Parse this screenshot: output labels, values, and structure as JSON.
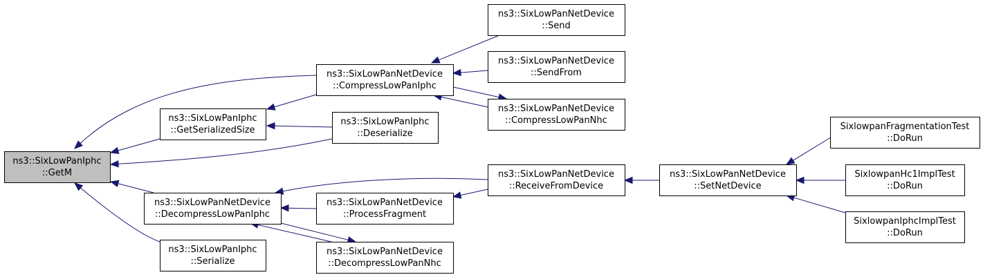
{
  "graph": {
    "colors": {
      "edge": "#191970",
      "focus_fill": "#bfbfbf",
      "node_fill": "#ffffff",
      "border": "#000000"
    },
    "nodes": [
      {
        "id": "getm",
        "lines": [
          "ns3::SixLowPanIphc",
          "::GetM"
        ],
        "focus": true
      },
      {
        "id": "getserializedsize",
        "lines": [
          "ns3::SixLowPanIphc",
          "::GetSerializedSize"
        ]
      },
      {
        "id": "decompresslowpaniphc",
        "lines": [
          "ns3::SixLowPanNetDevice",
          "::DecompressLowPanIphc"
        ]
      },
      {
        "id": "serialize",
        "lines": [
          "ns3::SixLowPanIphc",
          "::Serialize"
        ]
      },
      {
        "id": "compresslowpaniphc",
        "lines": [
          "ns3::SixLowPanNetDevice",
          "::CompressLowPanIphc"
        ]
      },
      {
        "id": "deserialize",
        "lines": [
          "ns3::SixLowPanIphc",
          "::Deserialize"
        ]
      },
      {
        "id": "processfragment",
        "lines": [
          "ns3::SixLowPanNetDevice",
          "::ProcessFragment"
        ]
      },
      {
        "id": "decompresslowpannhc",
        "lines": [
          "ns3::SixLowPanNetDevice",
          "::DecompressLowPanNhc"
        ]
      },
      {
        "id": "send",
        "lines": [
          "ns3::SixLowPanNetDevice",
          "::Send"
        ]
      },
      {
        "id": "sendfrom",
        "lines": [
          "ns3::SixLowPanNetDevice",
          "::SendFrom"
        ]
      },
      {
        "id": "compresslowpannhc",
        "lines": [
          "ns3::SixLowPanNetDevice",
          "::CompressLowPanNhc"
        ]
      },
      {
        "id": "receivefromdevice",
        "lines": [
          "ns3::SixLowPanNetDevice",
          "::ReceiveFromDevice"
        ]
      },
      {
        "id": "setnetdevice",
        "lines": [
          "ns3::SixLowPanNetDevice",
          "::SetNetDevice"
        ]
      },
      {
        "id": "fragtest",
        "lines": [
          "SixlowpanFragmentationTest",
          "::DoRun"
        ]
      },
      {
        "id": "hc1test",
        "lines": [
          "SixlowpanHc1ImplTest",
          "::DoRun"
        ]
      },
      {
        "id": "iphctest",
        "lines": [
          "SixlowpanIphcImplTest",
          "::DoRun"
        ]
      }
    ],
    "edges": [
      {
        "from": "getserializedsize",
        "to": "getm"
      },
      {
        "from": "compresslowpaniphc",
        "to": "getm"
      },
      {
        "from": "deserialize",
        "to": "getm"
      },
      {
        "from": "decompresslowpaniphc",
        "to": "getm"
      },
      {
        "from": "serialize",
        "to": "getm"
      },
      {
        "from": "compresslowpaniphc",
        "to": "getserializedsize"
      },
      {
        "from": "deserialize",
        "to": "getserializedsize"
      },
      {
        "from": "send",
        "to": "compresslowpaniphc"
      },
      {
        "from": "sendfrom",
        "to": "compresslowpaniphc"
      },
      {
        "from": "compresslowpannhc",
        "to": "compresslowpaniphc"
      },
      {
        "from": "compresslowpaniphc",
        "to": "compresslowpannhc"
      },
      {
        "from": "receivefromdevice",
        "to": "decompresslowpaniphc"
      },
      {
        "from": "processfragment",
        "to": "decompresslowpaniphc"
      },
      {
        "from": "decompresslowpannhc",
        "to": "decompresslowpaniphc"
      },
      {
        "from": "decompresslowpaniphc",
        "to": "decompresslowpannhc"
      },
      {
        "from": "receivefromdevice",
        "to": "processfragment"
      },
      {
        "from": "setnetdevice",
        "to": "receivefromdevice"
      },
      {
        "from": "fragtest",
        "to": "setnetdevice"
      },
      {
        "from": "hc1test",
        "to": "setnetdevice"
      },
      {
        "from": "iphctest",
        "to": "setnetdevice"
      }
    ]
  }
}
